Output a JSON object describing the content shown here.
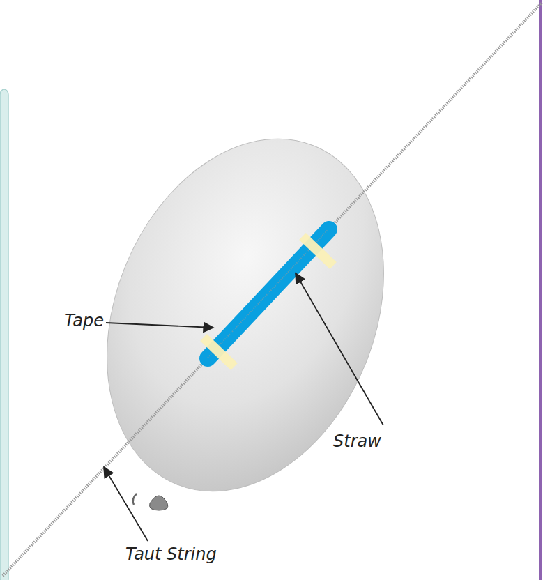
{
  "diagram": {
    "labels": [
      "Tape",
      "Straw",
      "Taut String"
    ]
  }
}
